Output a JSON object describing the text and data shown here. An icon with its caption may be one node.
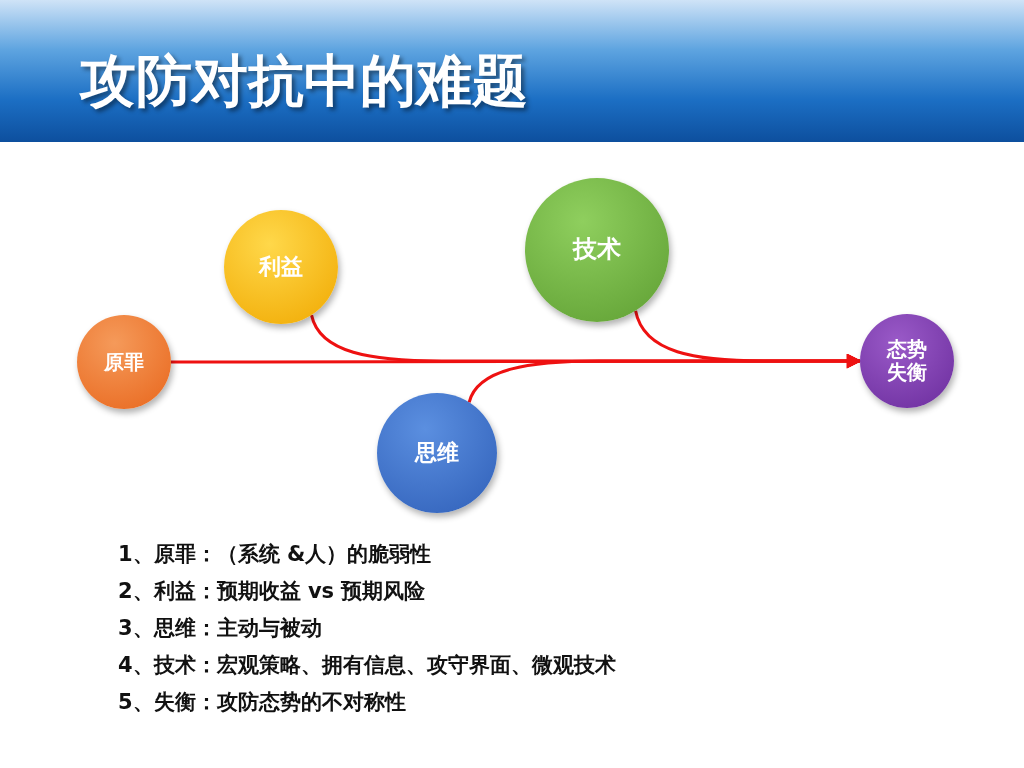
{
  "diagram": {
    "title": "攻防对抗中的难题",
    "nodes": [
      {
        "text": [
          "原罪"
        ]
      },
      {
        "text": [
          "利益"
        ]
      },
      {
        "text": [
          "技术"
        ]
      },
      {
        "text": [
          "思维"
        ]
      },
      {
        "text": [
          "态势失衡"
        ]
      }
    ],
    "edges": [
      {
        "from": 0,
        "to": 4,
        "arrow": "to"
      },
      {
        "from": 1,
        "to": 4,
        "arrow": "to"
      },
      {
        "from": 2,
        "to": 4,
        "arrow": "to"
      },
      {
        "from": 3,
        "to": 4,
        "arrow": "to"
      }
    ],
    "labels": [
      "1、原罪：（系统 &人）的脆弱性",
      "2、利益：预期收益 vs 预期风险",
      "3、思维：主动与被动",
      "4、技术：宏观策略、拥有信息、攻守界面、微观技术",
      "5、失衡：攻防态势的不对称性"
    ]
  }
}
